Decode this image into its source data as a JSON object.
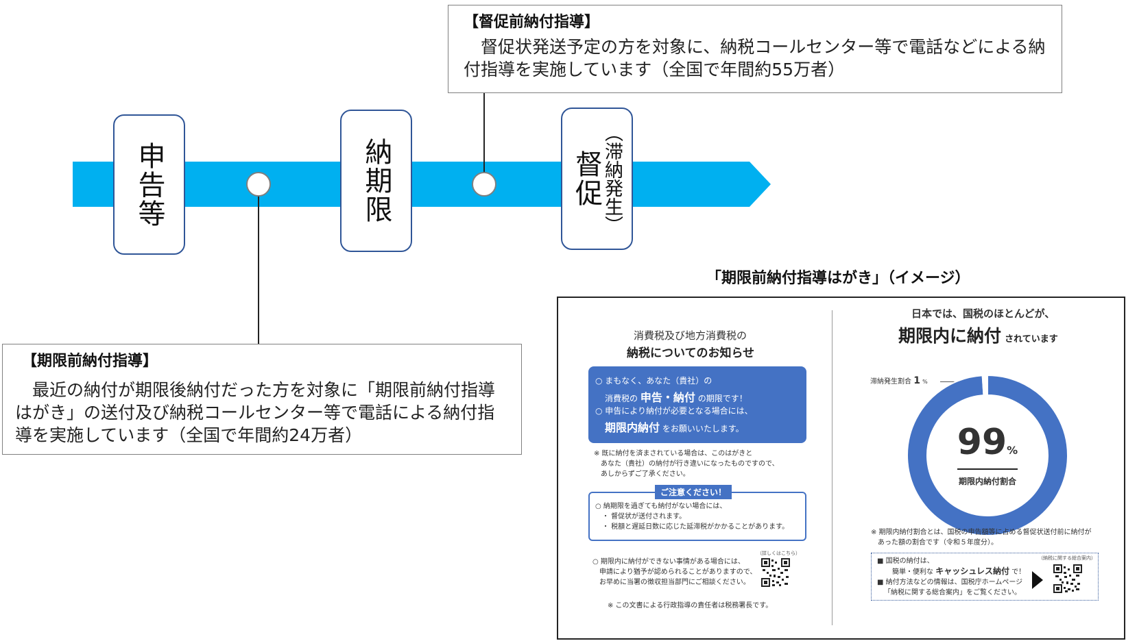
{
  "colors": {
    "arrow": "#00b0f0",
    "stage_border": "#2f5597",
    "card_blue": "#4472c4",
    "donut_grey": "#d9d9d9"
  },
  "timeline": {
    "stages": [
      {
        "label": "申告等"
      },
      {
        "label": "納期限"
      },
      {
        "label": "督促",
        "sub": "（滞納発生）"
      }
    ]
  },
  "callout_top": {
    "title": "【督促前納付指導】",
    "body": "督促状発送予定の方を対象に、納税コールセンター等で電話などによる納付指導を実施しています（全国で年間約55万者）"
  },
  "callout_bottom": {
    "title": "【期限前納付指導】",
    "body": "最近の納付が期限後納付だった方を対象に「期限前納付指導はがき」の送付及び納税コールセンター等で電話による納付指導を実施しています（全国で年間約24万者）"
  },
  "postcard": {
    "caption": "「期限前納付指導はがき」（イメージ）",
    "left": {
      "heading1": "消費税及び地方消費税の",
      "heading2": "納税についてのお知らせ",
      "blue_line1": "○ まもなく、あなた（貴社）の",
      "blue_line2a": "消費税の",
      "blue_line2b": "申告・納付",
      "blue_line2c": "の期限です！",
      "blue_line3": "○ 申告により納付が必要となる場合には、",
      "blue_line4a": "期限内納付",
      "blue_line4b": "をお願いいたします。",
      "note1": "※ 既に納付を済まされている場合は、このはがきと",
      "note2": "あなた（貴社）の納付が行き違いになったものですので、",
      "note3": "あしからずご了承ください。",
      "caution_title": "ご注意ください！",
      "caution1": "○ 納期限を過ぎても納付がない場合には、",
      "caution2": "・ 督促状が送付されます。",
      "caution3": "・ 税額と遅延日数に応じた延滞税がかかることがあります。",
      "deferral1": "○ 期限内に納付ができない事情がある場合には、",
      "deferral2": "申請により猶予が認められることがありますので、",
      "deferral3": "お早めに当署の徴収担当部門にご相談ください。",
      "qr_label": "（詳しくはこちら）",
      "footer": "※ この文書による行政指導の責任者は税務署長です。"
    },
    "right": {
      "heading1": "日本では、国税のほとんどが、",
      "heading2a": "期限内に納付",
      "heading2b": "されています",
      "delinquent_label": "滞納発生割合",
      "delinquent_value": "1",
      "delinquent_unit": "%",
      "ontime_value": "99",
      "ontime_unit": "%",
      "ontime_label": "期限内納付割合",
      "note1": "※ 期限内納付割合とは、国税の申告額等に占める督促状送付前に納付が",
      "note2": "あった額の割合です（令和５年度分）。",
      "info1": "■ 国税の納付は、",
      "info2a": "簡単・便利な",
      "info2b": "キャッシュレス納付",
      "info2c": "で！",
      "info3": "■ 納付方法などの情報は、国税庁ホームページ",
      "info4": "「納税に関する総合案内」をご覧ください。",
      "qr_label": "（納税に関する総合案内）"
    },
    "chart_data": {
      "type": "pie",
      "title": "期限内納付割合",
      "categories": [
        "期限内納付割合",
        "滞納発生割合"
      ],
      "values": [
        99,
        1
      ]
    }
  }
}
